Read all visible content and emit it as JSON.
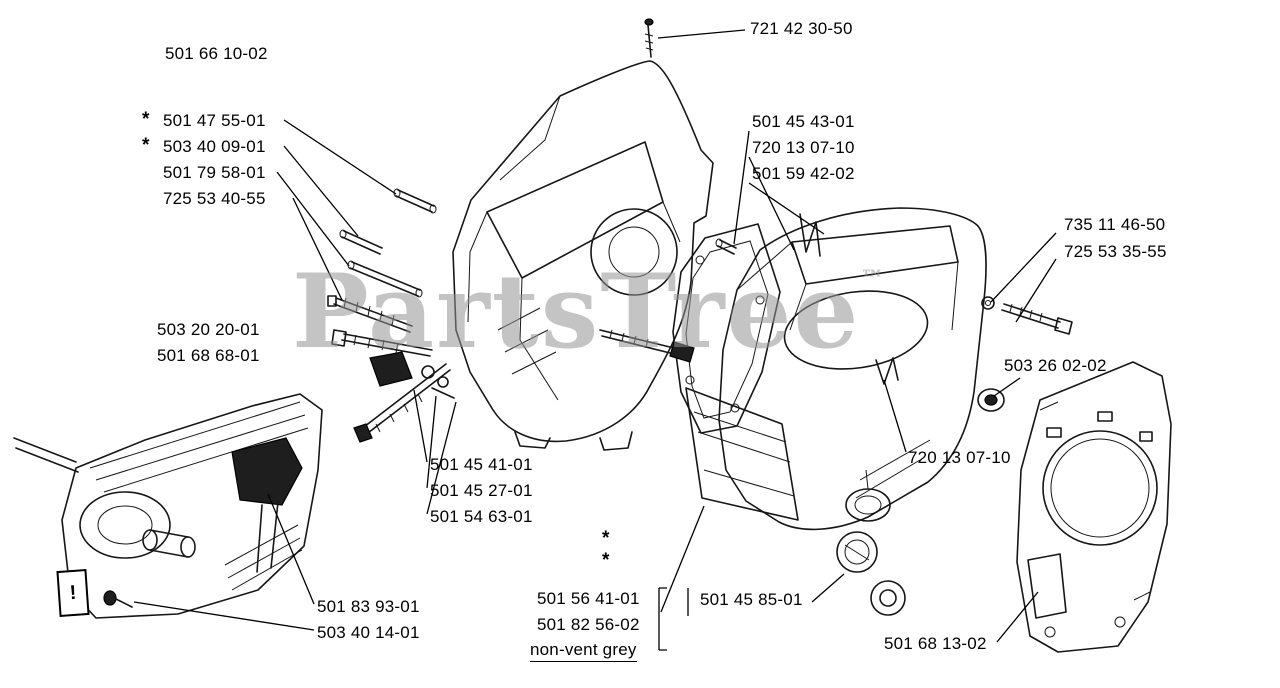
{
  "watermark": {
    "text": "PartsTree",
    "tm": "™"
  },
  "marks": {
    "asterisk": "*",
    "warning": "!"
  },
  "labels": [
    {
      "text": "501 66 10-02"
    },
    {
      "text": "721 42 30-50"
    },
    {
      "text": "501 47 55-01",
      "starred": true
    },
    {
      "text": "503 40 09-01",
      "starred": true
    },
    {
      "text": "501 79 58-01"
    },
    {
      "text": "725 53 40-55"
    },
    {
      "text": "501 45 43-01"
    },
    {
      "text": "720 13 07-10"
    },
    {
      "text": "501 59 42-02"
    },
    {
      "text": "735 11 46-50"
    },
    {
      "text": "725 53 35-55"
    },
    {
      "text": "503 20 20-01"
    },
    {
      "text": "501 68 68-01"
    },
    {
      "text": "503 26 02-02"
    },
    {
      "text": "720 13 07-10"
    },
    {
      "text": "501 45 41-01"
    },
    {
      "text": "501 45 27-01"
    },
    {
      "text": "501 54 63-01"
    },
    {
      "text": "501 83 93-01"
    },
    {
      "text": "503 40 14-01"
    },
    {
      "text": "501 56 41-01"
    },
    {
      "text": "501 82 56-02"
    },
    {
      "text": "non-vent grey"
    },
    {
      "text": "501 45 85-01"
    },
    {
      "text": "501 68 13-02"
    }
  ]
}
